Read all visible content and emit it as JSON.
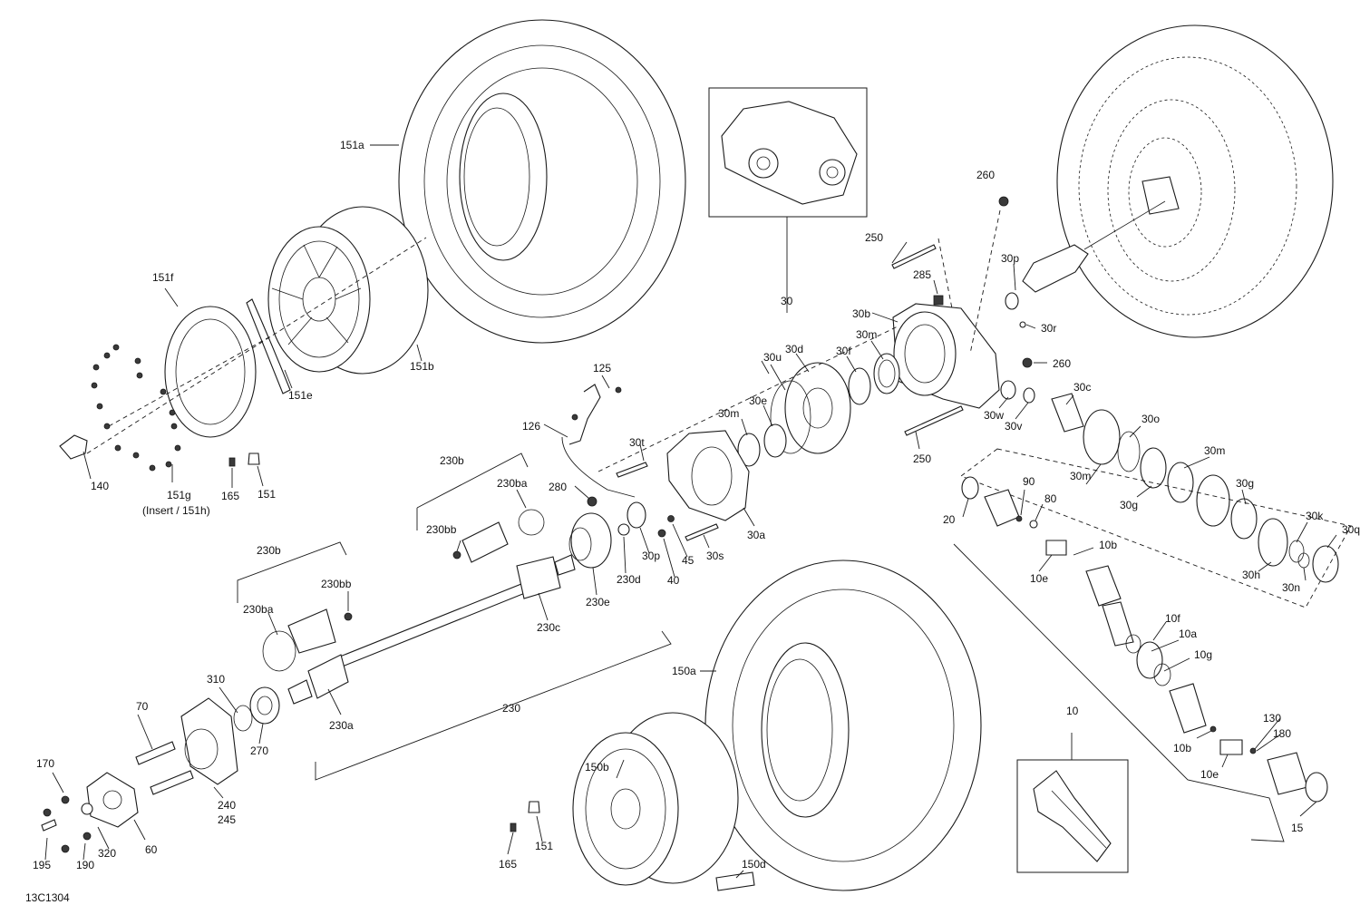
{
  "diagram_id": "13C1304",
  "callouts": {
    "c151a": "151a",
    "c151b": "151b",
    "c151e": "151e",
    "c151f": "151f",
    "c151g": "151g",
    "c151g_note": "(Insert / 151h)",
    "c151": "151",
    "c151_lower": "151",
    "c165": "165",
    "c165_lower": "165",
    "c140": "140",
    "c125": "125",
    "c126": "126",
    "c30": "30",
    "c30a": "30a",
    "c30b": "30b",
    "c30c": "30c",
    "c30d": "30d",
    "c30e": "30e",
    "c30f": "30f",
    "c30g_a": "30g",
    "c30g_b": "30g",
    "c30h": "30h",
    "c30k": "30k",
    "c30m_a": "30m",
    "c30m_b": "30m",
    "c30m_c": "30m",
    "c30m_d": "30m",
    "c30n": "30n",
    "c30o": "30o",
    "c30p": "30p",
    "c30p_r": "30p",
    "c30q": "30q",
    "c30r": "30r",
    "c30s": "30s",
    "c30t": "30t",
    "c30u": "30u",
    "c30v": "30v",
    "c30w": "30w",
    "c250_top": "250",
    "c250_bot": "250",
    "c260_top": "260",
    "c260_mid": "260",
    "c285": "285",
    "c280": "280",
    "c40": "40",
    "c45": "45",
    "c230": "230",
    "c230a": "230a",
    "c230b_top": "230b",
    "c230b_left": "230b",
    "c230ba_top": "230ba",
    "c230ba_left": "230ba",
    "c230bb_top": "230bb",
    "c230bb_left": "230bb",
    "c230c": "230c",
    "c230d": "230d",
    "c230e": "230e",
    "c20": "20",
    "c90": "90",
    "c80": "80",
    "c10": "10",
    "c10a": "10a",
    "c10b_a": "10b",
    "c10b_b": "10b",
    "c10e_a": "10e",
    "c10e_b": "10e",
    "c10f": "10f",
    "c10g": "10g",
    "c15": "15",
    "c130": "130",
    "c180": "180",
    "c150a": "150a",
    "c150b": "150b",
    "c150d": "150d",
    "c310": "310",
    "c270": "270",
    "c70": "70",
    "c170": "170",
    "c240": "240",
    "c245": "245",
    "c60": "60",
    "c320": "320",
    "c190": "190",
    "c195": "195"
  }
}
